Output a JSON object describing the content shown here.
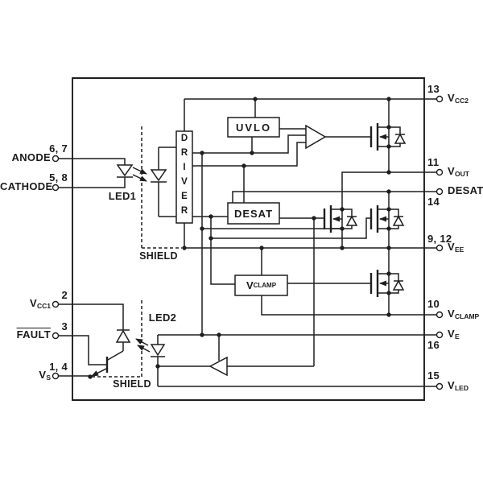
{
  "diagram": {
    "blocks": {
      "driver": "DRIVER",
      "uvlo": "UVLO",
      "desat": "DESAT",
      "vclamp_label": "V",
      "vclamp_sub": "CLAMP"
    },
    "labels": {
      "led1": "LED1",
      "led2": "LED2",
      "shield_input": "SHIELD",
      "shield_output": "SHIELD"
    },
    "pins_left": [
      {
        "numbers": "6, 7",
        "label": "ANODE",
        "sub": ""
      },
      {
        "numbers": "5, 8",
        "label": "CATHODE",
        "sub": ""
      },
      {
        "numbers": "2",
        "label": "V",
        "sub": "CC1"
      },
      {
        "numbers": "3",
        "label": "FAULT",
        "sub": ""
      },
      {
        "numbers": "1, 4",
        "label": "V",
        "sub": "S"
      }
    ],
    "pins_right": [
      {
        "number": "13",
        "label": "V",
        "sub": "CC2"
      },
      {
        "number": "11",
        "label": "V",
        "sub": "OUT"
      },
      {
        "number": "14",
        "label": "DESAT",
        "sub": ""
      },
      {
        "number": "9, 12",
        "label": "V",
        "sub": "EE"
      },
      {
        "number": "10",
        "label": "V",
        "sub": "CLAMP"
      },
      {
        "number": "16",
        "label": "V",
        "sub": "E"
      },
      {
        "number": "15",
        "label": "V",
        "sub": "LED"
      }
    ],
    "colors": {
      "line": "#1e1e1e",
      "background": "#ffffff"
    }
  }
}
